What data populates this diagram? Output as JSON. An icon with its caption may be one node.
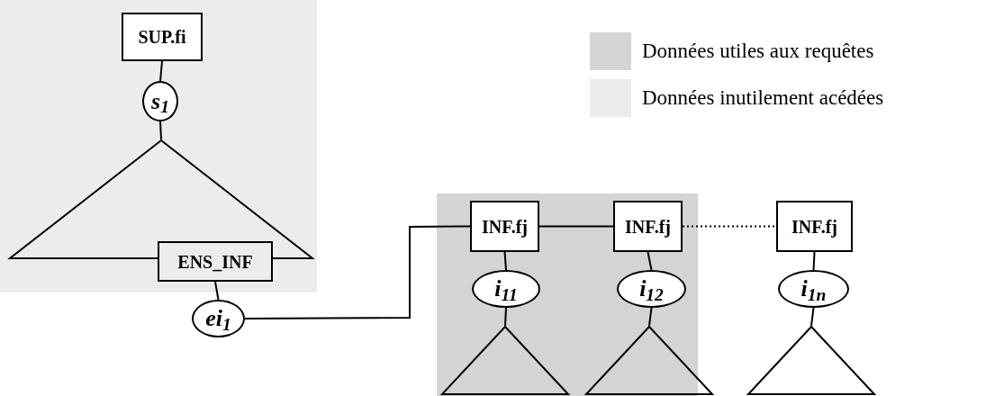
{
  "diagram": {
    "nodes": [
      {
        "text": [
          "SUP.fi"
        ]
      },
      {
        "text": [
          "s$_{1}$"
        ]
      },
      {
        "text": [],
        "shape": "triangle"
      },
      {
        "text": [
          "ENS_INF"
        ]
      },
      {
        "text": [
          "ei$_{1}$"
        ]
      },
      {
        "text": [
          "INF.fj"
        ]
      },
      {
        "text": [
          "INF.fj"
        ]
      },
      {
        "text": [
          "INF.fj"
        ]
      },
      {
        "text": [
          "i$_{11}$"
        ]
      },
      {
        "text": [
          "i$_{12}$"
        ]
      },
      {
        "text": [
          "i$_{1n}$"
        ]
      },
      {
        "text": [],
        "shape": "triangle"
      },
      {
        "text": [],
        "shape": "triangle"
      },
      {
        "text": [],
        "shape": "triangle"
      }
    ],
    "edges": [
      {
        "from": 0,
        "to": 1,
        "arrow": "none"
      },
      {
        "from": 1,
        "to": 2,
        "arrow": "none"
      },
      {
        "from": 3,
        "to": 4,
        "arrow": "none"
      },
      {
        "from": 4,
        "to": 5,
        "arrow": "none"
      },
      {
        "from": 5,
        "to": 6,
        "arrow": "none"
      },
      {
        "from": 6,
        "to": 7,
        "arrow": "none",
        "style": "dashed"
      },
      {
        "from": 5,
        "to": 8,
        "arrow": "none"
      },
      {
        "from": 6,
        "to": 9,
        "arrow": "none"
      },
      {
        "from": 7,
        "to": 10,
        "arrow": "none"
      },
      {
        "from": 8,
        "to": 11,
        "arrow": "none"
      },
      {
        "from": 9,
        "to": 12,
        "arrow": "none"
      },
      {
        "from": 10,
        "to": 13,
        "arrow": "none"
      }
    ],
    "legend": [
      {
        "text": "Données utiles aux requêtes",
        "color": "#d4d4d4"
      },
      {
        "text": "Données inutilement acédées",
        "color": "#ececec"
      }
    ]
  }
}
